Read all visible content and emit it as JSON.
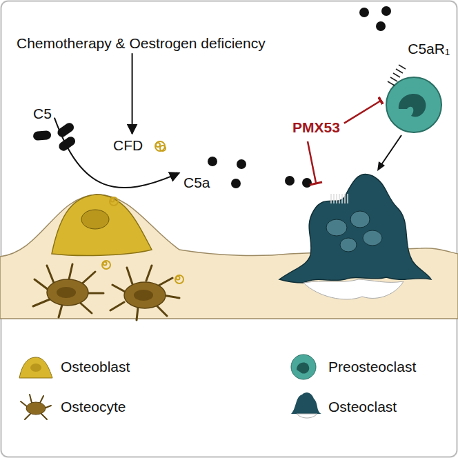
{
  "diagram": {
    "nodes": [
      {
        "text": [
          "Chemotherapy & Oestrogen deficiency"
        ]
      },
      {
        "text": [
          "C5"
        ]
      },
      {
        "text": [
          "CFD"
        ]
      },
      {
        "text": [
          "C5a"
        ]
      },
      {
        "text": [
          "C5aR₁"
        ]
      },
      {
        "text": [
          "PMX53"
        ]
      }
    ],
    "edges": [
      {
        "from": 0,
        "to": 2,
        "arrow": "to"
      },
      {
        "from": 1,
        "to": 3,
        "arrow": "to"
      },
      {
        "from": 5,
        "to": 4,
        "arrow": "to"
      }
    ],
    "legend": [
      {
        "text": "Osteoblast"
      },
      {
        "text": "Preosteoclast"
      },
      {
        "text": "Osteocyte"
      },
      {
        "text": "Osteoclast"
      }
    ]
  }
}
